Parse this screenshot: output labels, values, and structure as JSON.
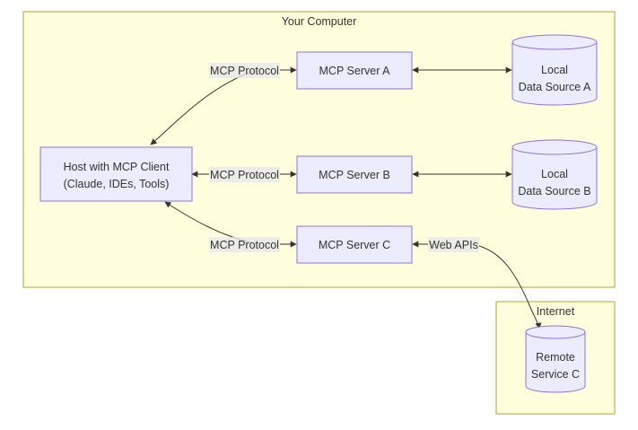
{
  "clusters": {
    "your_computer": "Your Computer",
    "internet": "Internet"
  },
  "nodes": {
    "host": {
      "line1": "Host with MCP Client",
      "line2": "(Claude, IDEs, Tools)"
    },
    "server_a": "MCP Server A",
    "server_b": "MCP Server B",
    "server_c": "MCP Server C",
    "data_a": {
      "line1": "Local",
      "line2": "Data Source A"
    },
    "data_b": {
      "line1": "Local",
      "line2": "Data Source B"
    },
    "remote_c": {
      "line1": "Remote",
      "line2": "Service C"
    }
  },
  "edges": {
    "host_a": "MCP Protocol",
    "host_b": "MCP Protocol",
    "host_c": "MCP Protocol",
    "c_remote": "Web APIs"
  },
  "colors": {
    "cluster_fill": "#ffffde",
    "cluster_stroke": "#aaaa33",
    "node_fill": "#ececff",
    "node_stroke": "#9370db",
    "edge": "#333333",
    "label_bg": "#e8e8e8"
  }
}
